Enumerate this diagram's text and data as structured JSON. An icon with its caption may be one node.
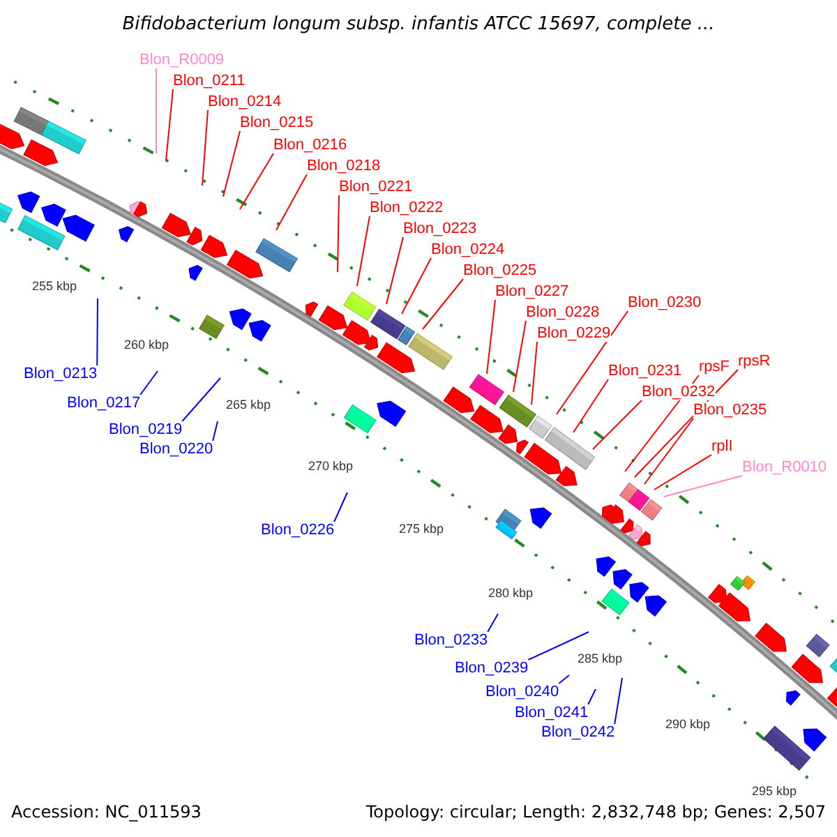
{
  "diagram": {
    "title": "Bifidobacterium longum subsp. infantis ATCC 15697, complete ...",
    "nodes": [
      {
        "text": [
          "Blon_R0009"
        ]
      },
      {
        "text": [
          "Blon_0211"
        ]
      },
      {
        "text": [
          "Blon_0214"
        ]
      },
      {
        "text": [
          "Blon_0215"
        ]
      },
      {
        "text": [
          "Blon_0216"
        ]
      },
      {
        "text": [
          "Blon_0218"
        ]
      },
      {
        "text": [
          "Blon_0221"
        ]
      },
      {
        "text": [
          "Blon_0222"
        ]
      },
      {
        "text": [
          "Blon_0223"
        ]
      },
      {
        "text": [
          "Blon_0224"
        ]
      },
      {
        "text": [
          "Blon_0225"
        ]
      },
      {
        "text": [
          "Blon_0227"
        ]
      },
      {
        "text": [
          "Blon_0230"
        ]
      },
      {
        "text": [
          "Blon_0228"
        ]
      },
      {
        "text": [
          "Blon_0229"
        ]
      },
      {
        "text": [
          "rpsR"
        ]
      },
      {
        "text": [
          "rpsF"
        ]
      },
      {
        "text": [
          "Blon_0231"
        ]
      },
      {
        "text": [
          "Blon_0232"
        ]
      },
      {
        "text": [
          "Blon_0235"
        ]
      },
      {
        "text": [
          "rplI"
        ]
      },
      {
        "text": [
          "Blon_R0010"
        ]
      },
      {
        "text": [
          "Blon_0213"
        ]
      },
      {
        "text": [
          "Blon_0217"
        ]
      },
      {
        "text": [
          "Blon_0219"
        ]
      },
      {
        "text": [
          "Blon_0220"
        ]
      },
      {
        "text": [
          "Blon_0226"
        ]
      },
      {
        "text": [
          "Blon_0233"
        ]
      },
      {
        "text": [
          "Blon_0239"
        ]
      },
      {
        "text": [
          "Blon_0240"
        ]
      },
      {
        "text": [
          "Blon_0241"
        ]
      },
      {
        "text": [
          "Blon_0242"
        ]
      }
    ],
    "edges": [
      {
        "from": 0,
        "to": null,
        "arrow": "none",
        "color": "#ff88c8"
      },
      {
        "from": 1,
        "to": null,
        "arrow": "none"
      },
      {
        "from": 2,
        "to": null,
        "arrow": "none"
      },
      {
        "from": 3,
        "to": null,
        "arrow": "none"
      },
      {
        "from": 4,
        "to": null,
        "arrow": "none"
      },
      {
        "from": 5,
        "to": null,
        "arrow": "none"
      },
      {
        "from": 6,
        "to": null,
        "arrow": "none"
      },
      {
        "from": 7,
        "to": null,
        "arrow": "none"
      },
      {
        "from": 8,
        "to": null,
        "arrow": "none"
      },
      {
        "from": 9,
        "to": null,
        "arrow": "none"
      },
      {
        "from": 10,
        "to": null,
        "arrow": "none"
      },
      {
        "from": 11,
        "to": null,
        "arrow": "none"
      },
      {
        "from": 12,
        "to": null,
        "arrow": "none"
      },
      {
        "from": 13,
        "to": null,
        "arrow": "none"
      },
      {
        "from": 14,
        "to": null,
        "arrow": "none"
      },
      {
        "from": 15,
        "to": null,
        "arrow": "none"
      },
      {
        "from": 16,
        "to": null,
        "arrow": "none"
      },
      {
        "from": 17,
        "to": null,
        "arrow": "none"
      },
      {
        "from": 18,
        "to": null,
        "arrow": "none"
      },
      {
        "from": 19,
        "to": null,
        "arrow": "none"
      },
      {
        "from": 20,
        "to": null,
        "arrow": "none"
      },
      {
        "from": 21,
        "to": null,
        "arrow": "none",
        "color": "#ff88c8"
      },
      {
        "from": 22,
        "to": null,
        "arrow": "none",
        "color": "#0000ff"
      },
      {
        "from": 23,
        "to": null,
        "arrow": "none",
        "color": "#0000ff"
      },
      {
        "from": 24,
        "to": null,
        "arrow": "none",
        "color": "#0000ff"
      },
      {
        "from": 25,
        "to": null,
        "arrow": "none",
        "color": "#0000ff"
      },
      {
        "from": 26,
        "to": null,
        "arrow": "none",
        "color": "#0000ff"
      },
      {
        "from": 27,
        "to": null,
        "arrow": "none",
        "color": "#0000ff"
      },
      {
        "from": 28,
        "to": null,
        "arrow": "none",
        "color": "#0000ff"
      },
      {
        "from": 29,
        "to": null,
        "arrow": "none",
        "color": "#0000ff"
      },
      {
        "from": 30,
        "to": null,
        "arrow": "none",
        "color": "#0000ff"
      },
      {
        "from": 31,
        "to": null,
        "arrow": "none",
        "color": "#0000ff"
      }
    ],
    "labels": [
      "255 kbp",
      "260 kbp",
      "265 kbp",
      "270 kbp",
      "275 kbp",
      "280 kbp",
      "285 kbp",
      "290 kbp",
      "295 kbp",
      "Accession: NC_011593",
      "Topology: circular; Length: 2,832,748 bp; Genes: 2,507"
    ]
  }
}
